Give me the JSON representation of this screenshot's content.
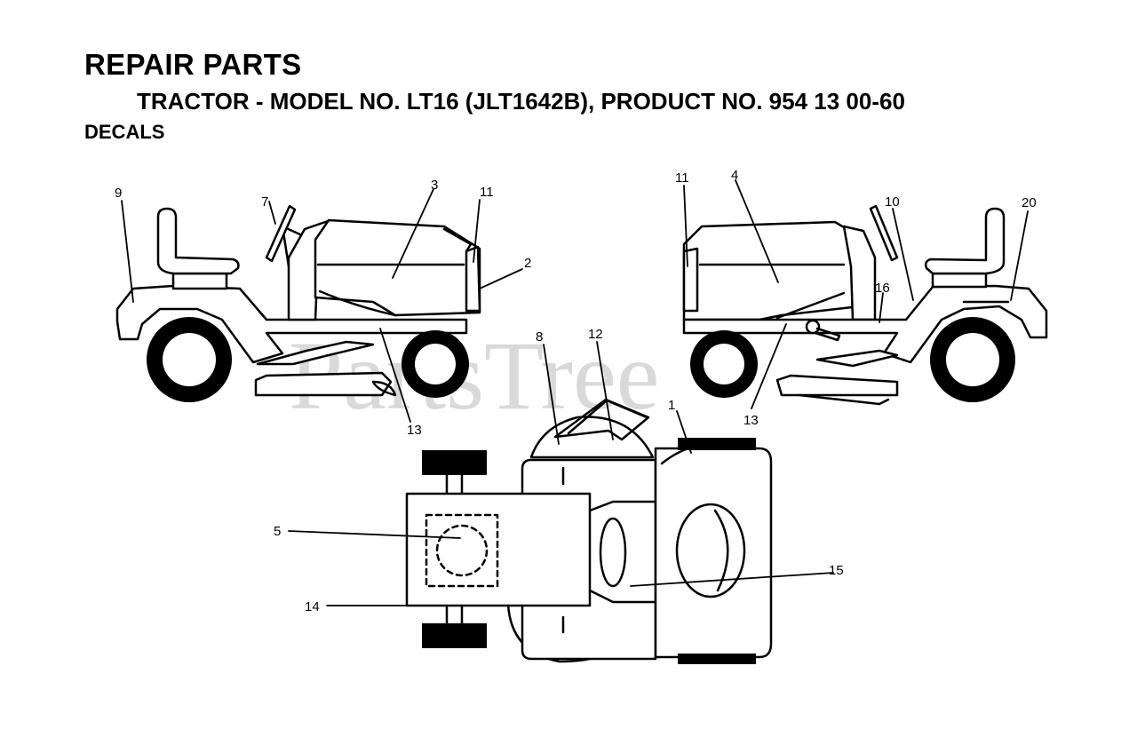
{
  "header": {
    "title": "REPAIR PARTS",
    "subtitle": "TRACTOR - MODEL NO. LT16 (JLT1642B), PRODUCT NO. 954 13 00-60",
    "section": "DECALS"
  },
  "watermark": {
    "text": "PartsTree",
    "color": "#d9d9d9"
  },
  "callouts": {
    "c9": "9",
    "c7": "7",
    "c3": "3",
    "c11a": "11",
    "c2": "2",
    "c13a": "13",
    "c11b": "11",
    "c4": "4",
    "c10": "10",
    "c20": "20",
    "c16": "16",
    "c13b": "13",
    "c8": "8",
    "c12": "12",
    "c1": "1",
    "c5": "5",
    "c15": "15",
    "c14": "14"
  }
}
